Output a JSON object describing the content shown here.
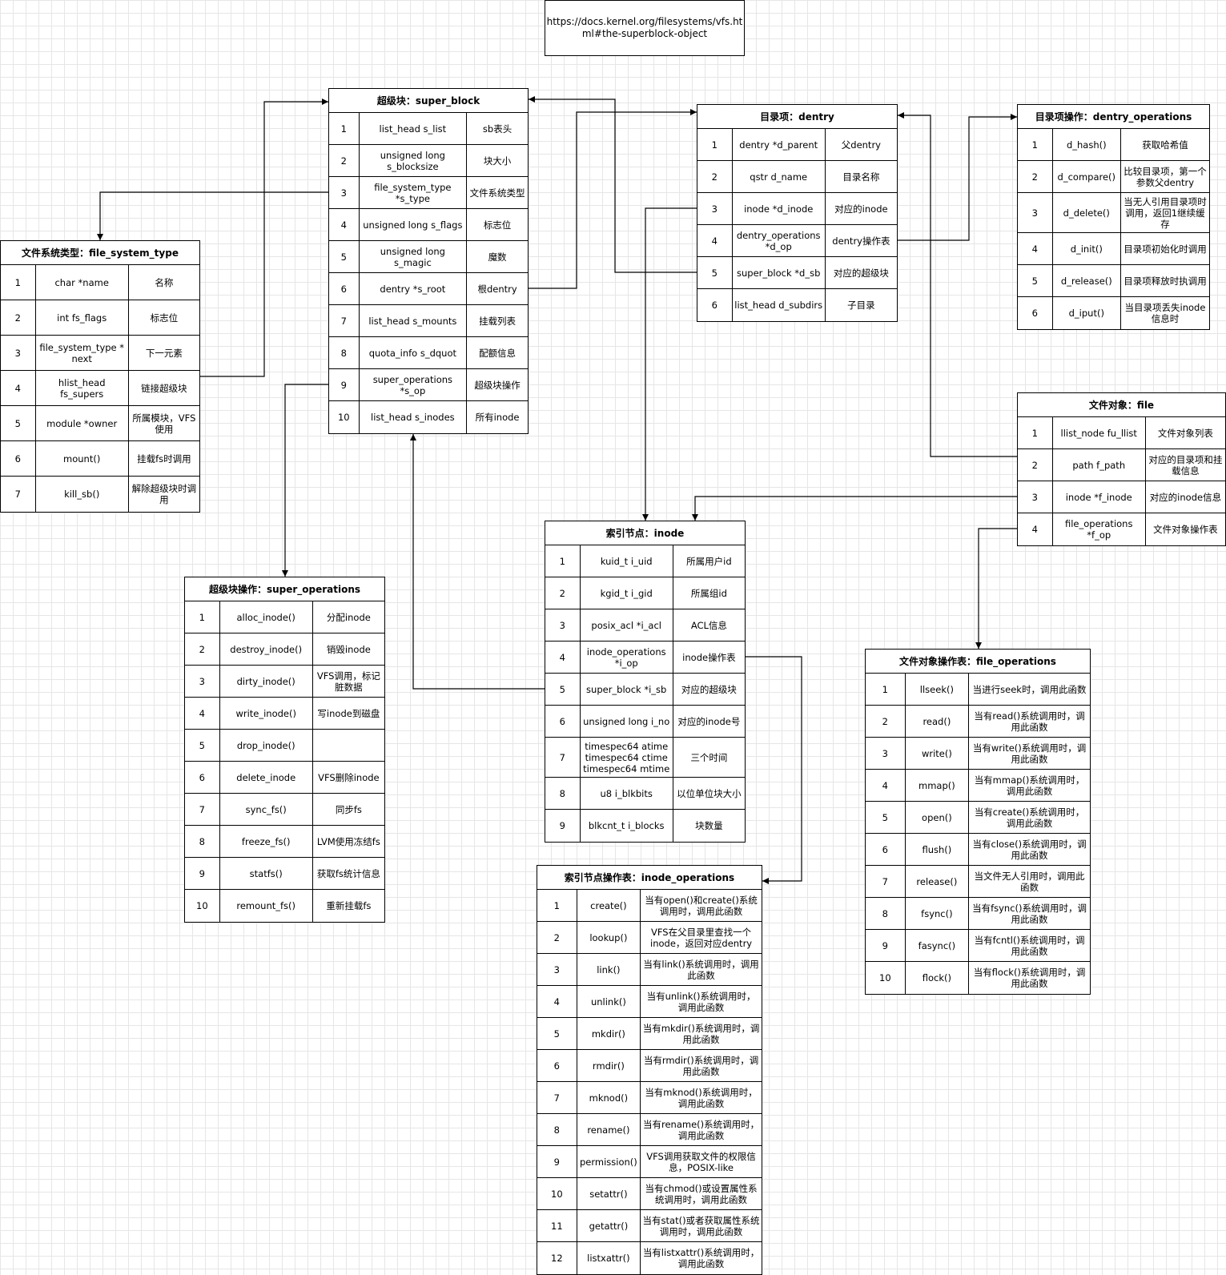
{
  "url_note": "https://docs.kernel.org/filesystems/vfs.html#the-superblock-object",
  "tables": {
    "file_system_type": {
      "title": "文件系统类型：file_system_type",
      "rows": [
        {
          "n": "1",
          "field": "char *name",
          "desc": "名称"
        },
        {
          "n": "2",
          "field": "int fs_flags",
          "desc": "标志位"
        },
        {
          "n": "3",
          "field": "file_system_type * next",
          "desc": "下一元素"
        },
        {
          "n": "4",
          "field": "hlist_head fs_supers",
          "desc": "链接超级块"
        },
        {
          "n": "5",
          "field": "module *owner",
          "desc": "所属模块，VFS使用"
        },
        {
          "n": "6",
          "field": "mount()",
          "desc": "挂载fs时调用"
        },
        {
          "n": "7",
          "field": "kill_sb()",
          "desc": "解除超级块时调用"
        }
      ]
    },
    "super_block": {
      "title": "超级块：super_block",
      "rows": [
        {
          "n": "1",
          "field": "list_head s_list",
          "desc": "sb表头"
        },
        {
          "n": "2",
          "field": "unsigned long s_blocksize",
          "desc": "块大小"
        },
        {
          "n": "3",
          "field": "file_system_type *s_type",
          "desc": "文件系统类型"
        },
        {
          "n": "4",
          "field": "unsigned long s_flags",
          "desc": "标志位"
        },
        {
          "n": "5",
          "field": "unsigned long s_magic",
          "desc": "魔数"
        },
        {
          "n": "6",
          "field": "dentry *s_root",
          "desc": "根dentry"
        },
        {
          "n": "7",
          "field": "list_head s_mounts",
          "desc": "挂载列表"
        },
        {
          "n": "8",
          "field": "quota_info s_dquot",
          "desc": "配额信息"
        },
        {
          "n": "9",
          "field": "super_operations *s_op",
          "desc": "超级块操作"
        },
        {
          "n": "10",
          "field": "list_head s_inodes",
          "desc": "所有inode"
        }
      ]
    },
    "dentry": {
      "title": "目录项：dentry",
      "rows": [
        {
          "n": "1",
          "field": "dentry *d_parent",
          "desc": "父dentry"
        },
        {
          "n": "2",
          "field": "qstr d_name",
          "desc": "目录名称"
        },
        {
          "n": "3",
          "field": "inode *d_inode",
          "desc": "对应的inode"
        },
        {
          "n": "4",
          "field": "dentry_operations *d_op",
          "desc": "dentry操作表"
        },
        {
          "n": "5",
          "field": "super_block *d_sb",
          "desc": "对应的超级块"
        },
        {
          "n": "6",
          "field": "list_head d_subdirs",
          "desc": "子目录"
        }
      ]
    },
    "dentry_operations": {
      "title": "目录项操作：dentry_operations",
      "rows": [
        {
          "n": "1",
          "field": "d_hash()",
          "desc": "获取哈希值"
        },
        {
          "n": "2",
          "field": "d_compare()",
          "desc": "比较目录项，第一个参数父dentry"
        },
        {
          "n": "3",
          "field": "d_delete()",
          "desc": "当无人引用目录项时调用，返回1继续缓存"
        },
        {
          "n": "4",
          "field": "d_init()",
          "desc": "目录项初始化时调用"
        },
        {
          "n": "5",
          "field": "d_release()",
          "desc": "目录项释放时执调用"
        },
        {
          "n": "6",
          "field": "d_iput()",
          "desc": "当目录项丢失inode信息时"
        }
      ]
    },
    "file": {
      "title": "文件对象：file",
      "rows": [
        {
          "n": "1",
          "field": "llist_node fu_llist",
          "desc": "文件对象列表"
        },
        {
          "n": "2",
          "field": "path f_path",
          "desc": "对应的目录项和挂载信息"
        },
        {
          "n": "3",
          "field": "inode *f_inode",
          "desc": "对应的inode信息"
        },
        {
          "n": "4",
          "field": "file_operations *f_op",
          "desc": "文件对象操作表"
        }
      ]
    },
    "inode": {
      "title": "索引节点：inode",
      "rows": [
        {
          "n": "1",
          "field": "kuid_t i_uid",
          "desc": "所属用户id"
        },
        {
          "n": "2",
          "field": "kgid_t i_gid",
          "desc": "所属组id"
        },
        {
          "n": "3",
          "field": "posix_acl *i_acl",
          "desc": "ACL信息"
        },
        {
          "n": "4",
          "field": "inode_operations *i_op",
          "desc": "inode操作表"
        },
        {
          "n": "5",
          "field": "super_block *i_sb",
          "desc": "对应的超级块"
        },
        {
          "n": "6",
          "field": "unsigned long i_no",
          "desc": "对应的inode号"
        },
        {
          "n": "7",
          "field": "timespec64 atime timespec64 ctime timespec64 mtime",
          "desc": "三个时间"
        },
        {
          "n": "8",
          "field": "u8 i_blkbits",
          "desc": "以位单位块大小"
        },
        {
          "n": "9",
          "field": "blkcnt_t i_blocks",
          "desc": "块数量"
        }
      ]
    },
    "super_operations": {
      "title": "超级块操作：super_operations",
      "rows": [
        {
          "n": "1",
          "field": "alloc_inode()",
          "desc": "分配inode"
        },
        {
          "n": "2",
          "field": "destroy_inode()",
          "desc": "销毁inode"
        },
        {
          "n": "3",
          "field": "dirty_inode()",
          "desc": "VFS调用，标记脏数据"
        },
        {
          "n": "4",
          "field": "write_inode()",
          "desc": "写inode到磁盘"
        },
        {
          "n": "5",
          "field": "drop_inode()",
          "desc": ""
        },
        {
          "n": "6",
          "field": "delete_inode",
          "desc": "VFS删除inode"
        },
        {
          "n": "7",
          "field": "sync_fs()",
          "desc": "同步fs"
        },
        {
          "n": "8",
          "field": "freeze_fs()",
          "desc": "LVM使用冻结fs"
        },
        {
          "n": "9",
          "field": "statfs()",
          "desc": "获取fs统计信息"
        },
        {
          "n": "10",
          "field": "remount_fs()",
          "desc": "重新挂载fs"
        }
      ]
    },
    "file_operations": {
      "title": "文件对象操作表：file_operations",
      "rows": [
        {
          "n": "1",
          "field": "llseek()",
          "desc": "当进行seek时，调用此函数"
        },
        {
          "n": "2",
          "field": "read()",
          "desc": "当有read()系统调用时，调用此函数"
        },
        {
          "n": "3",
          "field": "write()",
          "desc": "当有write()系统调用时，调用此函数"
        },
        {
          "n": "4",
          "field": "mmap()",
          "desc": "当有mmap()系统调用时，调用此函数"
        },
        {
          "n": "5",
          "field": "open()",
          "desc": "当有create()系统调用时，调用此函数"
        },
        {
          "n": "6",
          "field": "flush()",
          "desc": "当有close()系统调用时，调用此函数"
        },
        {
          "n": "7",
          "field": "release()",
          "desc": "当文件无人引用时，调用此函数"
        },
        {
          "n": "8",
          "field": "fsync()",
          "desc": "当有fsync()系统调用时，调用此函数"
        },
        {
          "n": "9",
          "field": "fasync()",
          "desc": "当有fcntl()系统调用时，调用此函数"
        },
        {
          "n": "10",
          "field": "flock()",
          "desc": "当有flock()系统调用时，调用此函数"
        }
      ]
    },
    "inode_operations": {
      "title": "索引节点操作表：inode_operations",
      "rows": [
        {
          "n": "1",
          "field": "create()",
          "desc": "当有open()和create()系统调用时，调用此函数"
        },
        {
          "n": "2",
          "field": "lookup()",
          "desc": "VFS在父目录里查找一个inode，返回对应dentry"
        },
        {
          "n": "3",
          "field": "link()",
          "desc": "当有link()系统调用时，调用此函数"
        },
        {
          "n": "4",
          "field": "unlink()",
          "desc": "当有unlink()系统调用时，调用此函数"
        },
        {
          "n": "5",
          "field": "mkdir()",
          "desc": "当有mkdir()系统调用时，调用此函数"
        },
        {
          "n": "6",
          "field": "rmdir()",
          "desc": "当有rmdir()系统调用时，调用此函数"
        },
        {
          "n": "7",
          "field": "mknod()",
          "desc": "当有mknod()系统调用时，调用此函数"
        },
        {
          "n": "8",
          "field": "rename()",
          "desc": "当有rename()系统调用时，调用此函数"
        },
        {
          "n": "9",
          "field": "permission()",
          "desc": "VFS调用获取文件的权限信息，POSIX-like"
        },
        {
          "n": "10",
          "field": "setattr()",
          "desc": "当有chmod()或设置属性系统调用时，调用此函数"
        },
        {
          "n": "11",
          "field": "getattr()",
          "desc": "当有stat()或者获取属性系统调用时，调用此函数"
        },
        {
          "n": "12",
          "field": "listxattr()",
          "desc": "当有listxattr()系统调用时，调用此函数"
        }
      ]
    }
  }
}
